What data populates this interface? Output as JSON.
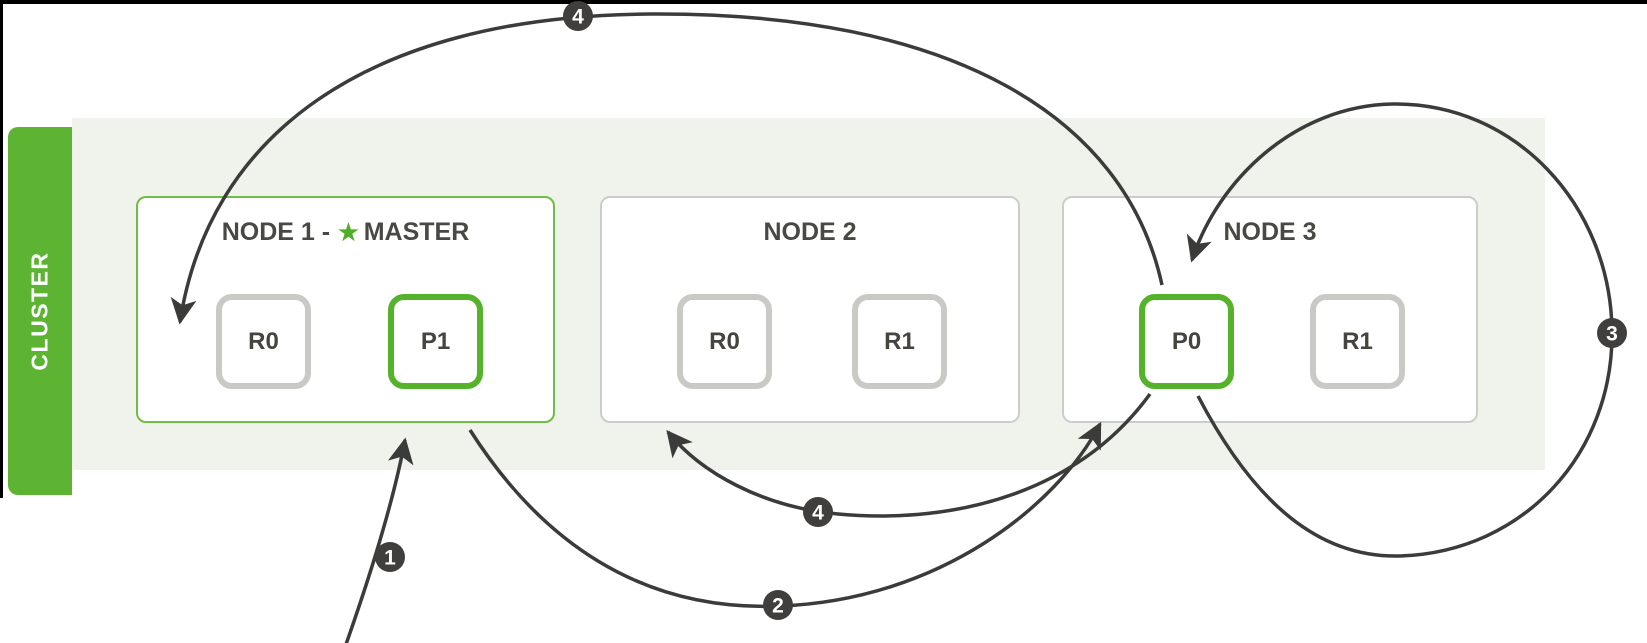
{
  "cluster": {
    "label": "CLUSTER",
    "nodes": [
      {
        "title": "NODE 1 -",
        "master_icon": "★",
        "master_label": "MASTER",
        "shards": [
          {
            "label": "R0"
          },
          {
            "label": "P1"
          }
        ]
      },
      {
        "title": "NODE 2",
        "shards": [
          {
            "label": "R0"
          },
          {
            "label": "R1"
          }
        ]
      },
      {
        "title": "NODE 3",
        "shards": [
          {
            "label": "P0"
          },
          {
            "label": "R1"
          }
        ]
      }
    ]
  },
  "flow_steps": {
    "step1": "1",
    "step2": "2",
    "step3": "3",
    "step4_to_node1": "4",
    "step4_to_node2": "4"
  },
  "colors": {
    "green": "#5cb432",
    "primary_border": "#55b22b",
    "replica_border": "#c9c9c6",
    "panel_bg": "#f0f2ec",
    "arrow": "#3b3b39",
    "badge_bg": "#403f3d",
    "text_dark": "#454440"
  }
}
